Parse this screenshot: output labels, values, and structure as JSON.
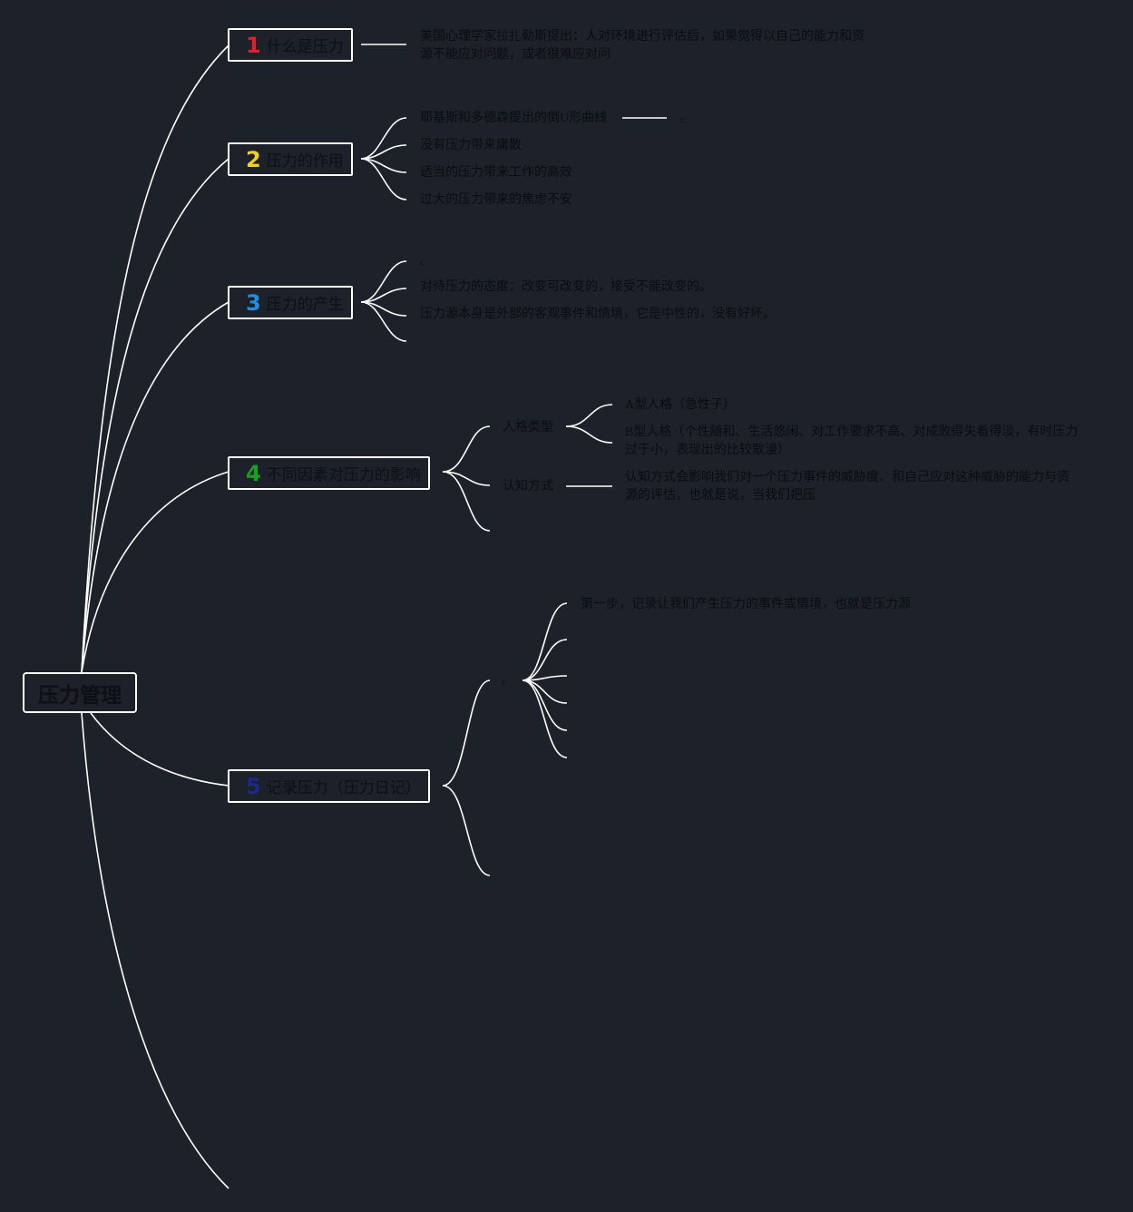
{
  "root": {
    "label": "压力管理"
  },
  "topics": [
    {
      "num": "1",
      "num_color": "#e0202a",
      "label": "什么是压力",
      "items": [
        "美国心理学家拉扎勒斯提出：人对环境进行评估后，如果觉得以自己的能力和资源不能应对问题，或者很难应对问"
      ]
    },
    {
      "num": "2",
      "num_color": "#f0d020",
      "label": "压力的作用",
      "items": [
        "耶基斯和多德森提出的倒U形曲线",
        "没有压力带来庸散",
        "适当的压力带来工作的高效",
        "过大的压力带来的焦虑不安"
      ],
      "extra": "c"
    },
    {
      "num": "3",
      "num_color": "#1e90e0",
      "label": "压力的产生",
      "items": [
        "c",
        "对待压力的态度：改变可改变的，接受不能改变的。",
        "压力源本身是外部的客观事件和情境，它是中性的，没有好坏。"
      ]
    },
    {
      "num": "4",
      "num_color": "#18a020",
      "label": "不同因素对压力的影响",
      "subs": [
        {
          "label": "人格类型",
          "items": [
            "A型人格（急性子）",
            "B型人格（个性随和、生活悠闲、对工作要求不高、对成败得失看得淡，有时压力过于小，表现出的比较散漫）"
          ]
        },
        {
          "label": "认知方式",
          "items": [
            "认知方式会影响我们对一个压力事件的威胁度、和自己应对这种威胁的能力与资源的评估，也就是说，当我们把压"
          ]
        }
      ]
    },
    {
      "num": "5",
      "num_color": "#1a2a8a",
      "label": "记录压力（压力日记）",
      "sub_marker": "c",
      "items": [
        "第一步，记录让我们产生压力的事件或情境，也就是压力源"
      ]
    }
  ]
}
